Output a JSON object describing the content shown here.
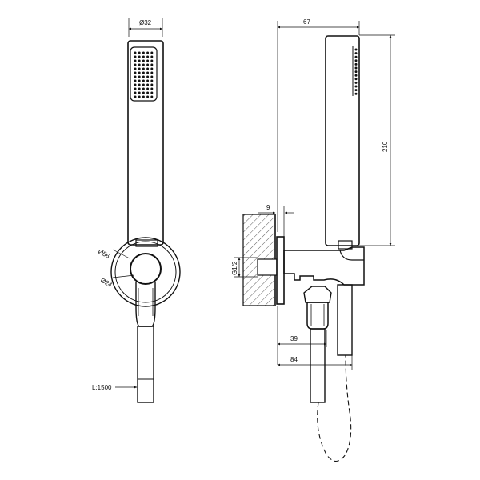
{
  "front_view": {
    "diameter_top": "Ø32",
    "diameter_plate": "Ø56",
    "diameter_hub": "Ø24",
    "hose_length": "L:1500"
  },
  "side_view": {
    "width_top": "67",
    "height": "210",
    "wall_offset": "9",
    "thread": "G1/2",
    "depth_39": "39",
    "depth_84": "84"
  }
}
